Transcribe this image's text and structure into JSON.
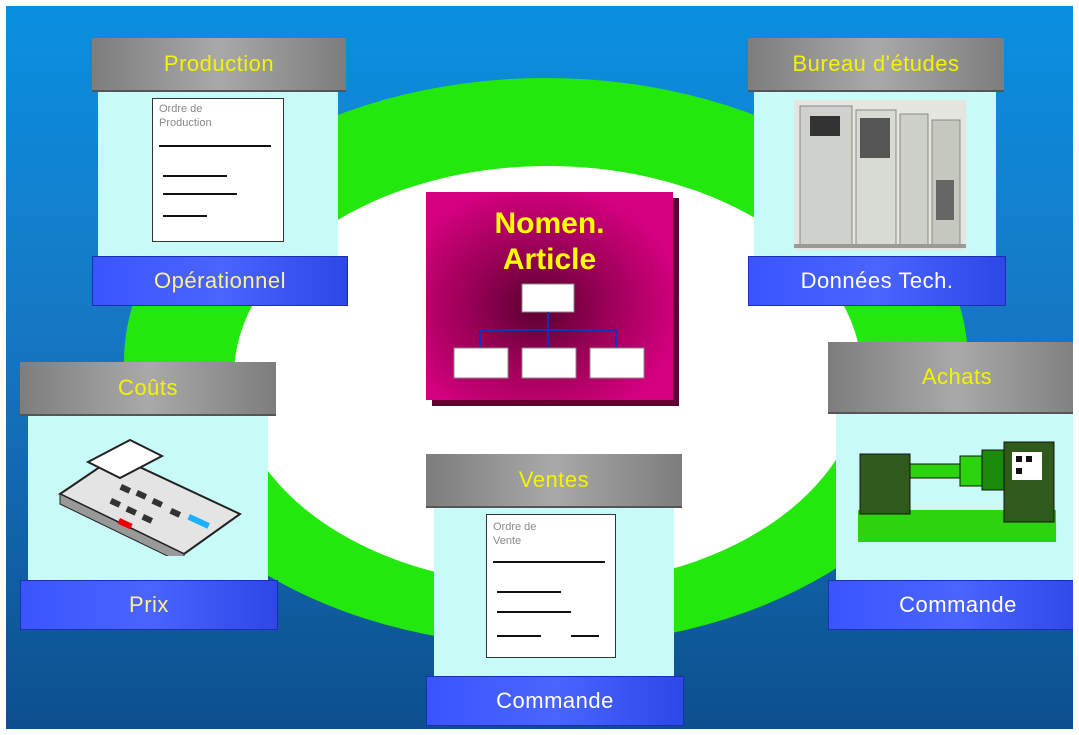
{
  "center": {
    "title_line1": "Nomen.",
    "title_line2": "Article"
  },
  "cards": {
    "production": {
      "header": "Production",
      "footer": "Opérationnel",
      "doc_label_1": "Ordre de",
      "doc_label_2": "Production"
    },
    "bureau": {
      "header": "Bureau d'études",
      "footer": "Données Tech."
    },
    "couts": {
      "header": "Coûts",
      "footer": "Prix"
    },
    "achats": {
      "header": "Achats",
      "footer": "Commande"
    },
    "ventes": {
      "header": "Ventes",
      "footer": "Commande",
      "doc_label_1": "Ordre de",
      "doc_label_2": "Vente"
    }
  },
  "colors": {
    "ring": "#22e80e",
    "center": "#d4007f",
    "header_text": "#f4f400",
    "footer_bg": "#3a55ff",
    "card_body": "#c8fbf8"
  }
}
